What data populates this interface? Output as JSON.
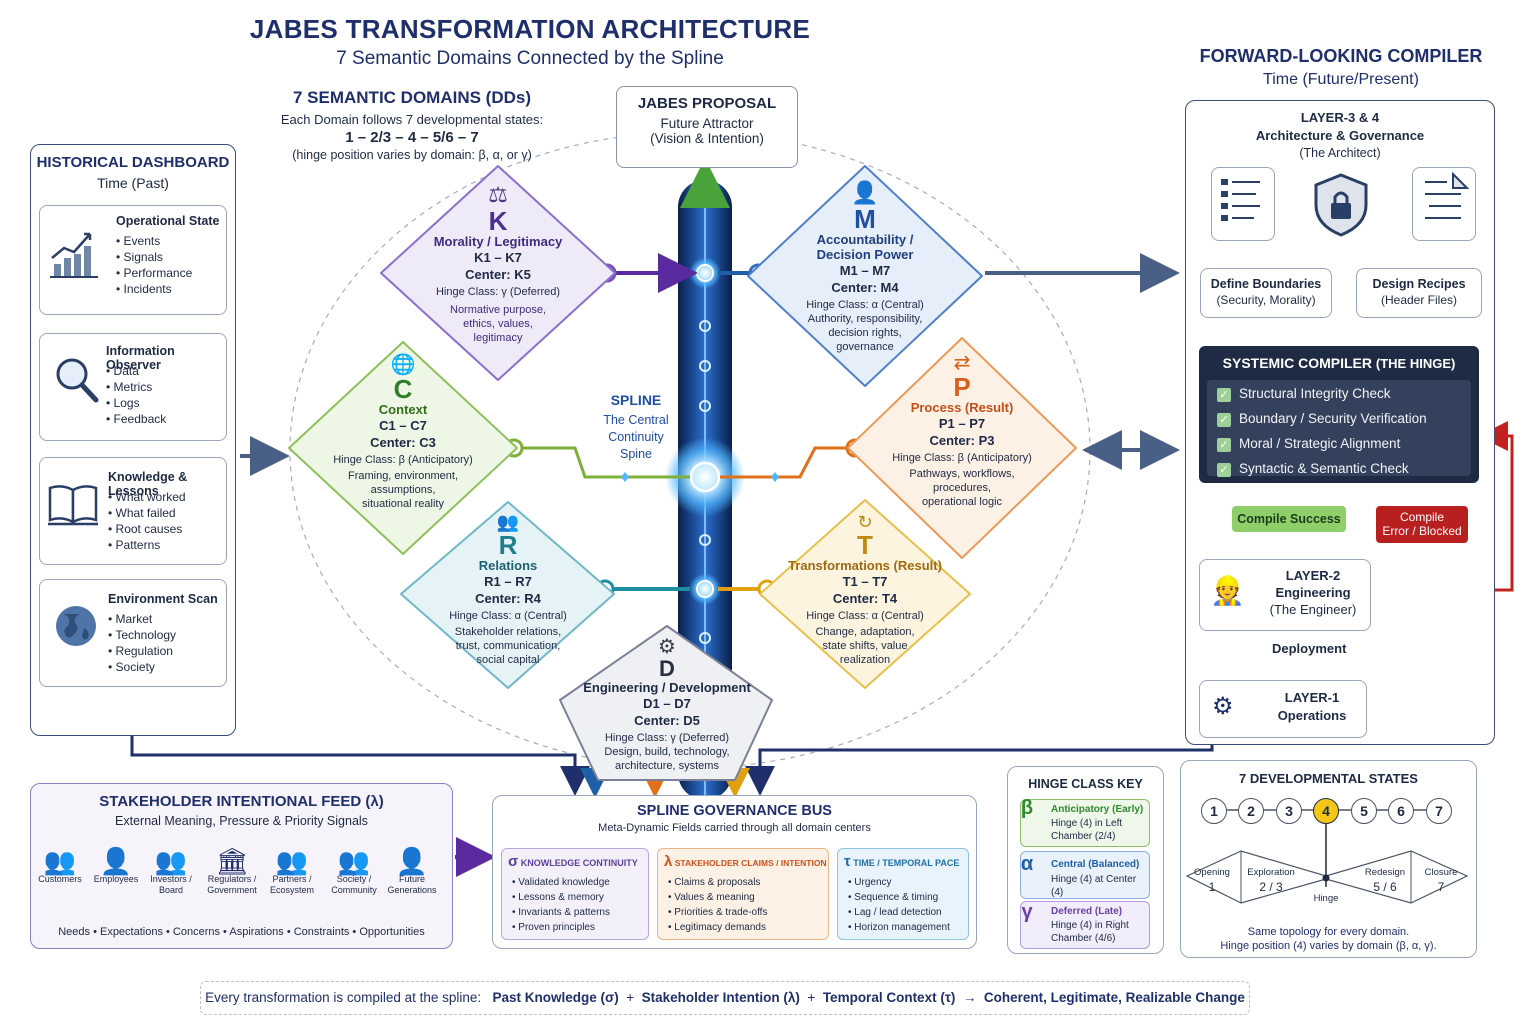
{
  "header": {
    "title": "JABES TRANSFORMATION ARCHITECTURE",
    "subtitle": "7 Semantic Domains Connected by the Spline"
  },
  "domains_intro": {
    "heading": "7 SEMANTIC DOMAINS (DDs)",
    "line1": "Each Domain follows 7 developmental states:",
    "line2": "1 – 2/3 – 4 – 5/6 – 7",
    "line3": "(hinge position varies by domain: β, α, or γ)"
  },
  "proposal": {
    "title": "JABES PROPOSAL",
    "line1": "Future Attractor",
    "line2": "(Vision & Intention)"
  },
  "spline": {
    "title": "SPLINE",
    "line1": "The Central",
    "line2": "Continuity",
    "line3": "Spine"
  },
  "historical": {
    "title": "HISTORICAL DASHBOARD",
    "subtitle": "Time (Past)",
    "cards": [
      {
        "title": "Operational State",
        "icon": "bar-chart-icon",
        "items": [
          "Events",
          "Signals",
          "Performance",
          "Incidents"
        ]
      },
      {
        "title": "Information Observer",
        "icon": "magnifier-icon",
        "items": [
          "Data",
          "Metrics",
          "Logs",
          "Feedback"
        ]
      },
      {
        "title": "Knowledge & Lessons",
        "icon": "book-icon",
        "items": [
          "What worked",
          "What failed",
          "Root causes",
          "Patterns"
        ]
      },
      {
        "title": "Environment Scan",
        "icon": "globe-icon",
        "items": [
          "Market",
          "Technology",
          "Regulation",
          "Society"
        ]
      }
    ]
  },
  "domains": {
    "k": {
      "letter": "K",
      "name": "Morality / Legitimacy",
      "range": "K1 – K7",
      "center": "Center:  K5",
      "hinge": "Hinge Class: γ (Deferred)",
      "desc1": "Normative purpose,",
      "desc2": "ethics, values,",
      "desc3": "legitimacy",
      "icon": "scales-icon",
      "color": "#6a4fb0"
    },
    "m": {
      "letter": "M",
      "name1": "Accountability /",
      "name2": "Decision Power",
      "range": "M1 – M7",
      "center": "Center:  M4",
      "hinge": "Hinge Class: α (Central)",
      "desc1": "Authority, responsibility,",
      "desc2": "decision rights,",
      "desc3": "governance",
      "icon": "person-icon",
      "color": "#1f4fa0"
    },
    "c": {
      "letter": "C",
      "name": "Context",
      "range": "C1 – C7",
      "center": "Center:  C3",
      "hinge": "Hinge Class: β (Anticipatory)",
      "desc1": "Framing, environment,",
      "desc2": "assumptions,",
      "desc3": "situational reality",
      "icon": "globe-icon",
      "color": "#3f8f2a"
    },
    "p": {
      "letter": "P",
      "name": "Process (Result)",
      "range": "P1 – P7",
      "center": "Center:  P3",
      "hinge": "Hinge Class: β (Anticipatory)",
      "desc1": "Pathways, workflows,",
      "desc2": "procedures,",
      "desc3": "operational logic",
      "icon": "cycle-icon",
      "color": "#d9601a"
    },
    "r": {
      "letter": "R",
      "name": "Relations",
      "range": "R1 – R7",
      "center": "Center:  R4",
      "hinge": "Hinge Class: α (Central)",
      "desc1": "Stakeholder relations,",
      "desc2": "trust, communication,",
      "desc3": "social capital",
      "icon": "group-icon",
      "color": "#1f8ea0"
    },
    "t": {
      "letter": "T",
      "name": "Transformations (Result)",
      "range": "T1 – T7",
      "center": "Center:  T4",
      "hinge": "Hinge Class: α (Central)",
      "desc1": "Change, adaptation,",
      "desc2": "state shifts, value",
      "desc3": "realization",
      "icon": "refresh-icon",
      "color": "#c08a10"
    },
    "d": {
      "letter": "D",
      "name": "Engineering / Development",
      "range": "D1 – D7",
      "center": "Center:  D5",
      "hinge": "Hinge Class: γ (Deferred)",
      "desc1": "Design, build, technology,",
      "desc2": "architecture, systems",
      "icon": "gear-icon",
      "color": "#3a3f4f"
    }
  },
  "compiler": {
    "title": "FORWARD-LOOKING COMPILER",
    "subtitle": "Time (Future/Present)",
    "layer34_title": "LAYER-3 & 4",
    "layer34_sub": "Architecture & Governance",
    "layer34_role": "(The Architect)",
    "define_boundaries": "Define Boundaries",
    "define_boundaries_sub": "(Security, Morality)",
    "design_recipes": "Design Recipes",
    "design_recipes_sub": "(Header Files)",
    "systemic_title": "SYSTEMIC COMPILER",
    "systemic_hinge": "(THE HINGE)",
    "checks": [
      "Structural Integrity Check",
      "Boundary / Security Verification",
      "Moral / Strategic Alignment",
      "Syntactic & Semantic Check"
    ],
    "compile_success": "Compile Success",
    "compile_error1": "Compile",
    "compile_error2": "Error / Blocked",
    "layer2_title": "LAYER-2",
    "layer2_sub": "Engineering",
    "layer2_role": "(The Engineer)",
    "deployment": "Deployment",
    "layer1_title": "LAYER-1",
    "layer1_sub": "Operations"
  },
  "stakeholder": {
    "title": "STAKEHOLDER INTENTIONAL FEED (λ)",
    "subtitle": "External Meaning, Pressure & Priority Signals",
    "groups": [
      {
        "line1": "Customers",
        "line2": ""
      },
      {
        "line1": "Employees",
        "line2": ""
      },
      {
        "line1": "Investors /",
        "line2": "Board"
      },
      {
        "line1": "Regulators /",
        "line2": "Government"
      },
      {
        "line1": "Partners /",
        "line2": "Ecosystem"
      },
      {
        "line1": "Society /",
        "line2": "Community"
      },
      {
        "line1": "Future",
        "line2": "Generations"
      }
    ],
    "footer": "Needs  •  Expectations  •  Concerns  •  Aspirations  •  Constraints  •  Opportunities"
  },
  "bus": {
    "title": "SPLINE GOVERNANCE BUS",
    "subtitle": "Meta-Dynamic Fields carried through all domain centers",
    "columns": [
      {
        "symbol": "σ",
        "title": "KNOWLEDGE CONTINUITY",
        "items": [
          "Validated knowledge",
          "Lessons & memory",
          "Invariants & patterns",
          "Proven principles"
        ],
        "color": "#6a4fb0"
      },
      {
        "symbol": "λ",
        "title": "STAKEHOLDER CLAIMS / INTENTION",
        "items": [
          "Claims & proposals",
          "Values & meaning",
          "Priorities & trade-offs",
          "Legitimacy demands"
        ],
        "color": "#d9601a"
      },
      {
        "symbol": "τ",
        "title": "TIME / TEMPORAL PACE",
        "items": [
          "Urgency",
          "Sequence & timing",
          "Lag / lead detection",
          "Horizon management"
        ],
        "color": "#1f7fb0"
      }
    ]
  },
  "hinge_key": {
    "title": "HINGE CLASS KEY",
    "items": [
      {
        "symbol": "β",
        "label": "Anticipatory (Early)",
        "line1": "Hinge (4) in Left",
        "line2": "Chamber (2/4)",
        "color": "#2e8a2e"
      },
      {
        "symbol": "α",
        "label": "Central (Balanced)",
        "line1": "Hinge (4) at Center (4)",
        "line2": "",
        "color": "#1f5fa8"
      },
      {
        "symbol": "γ",
        "label": "Deferred (Late)",
        "line1": "Hinge (4) in Right",
        "line2": "Chamber (4/6)",
        "color": "#6a3fa8"
      }
    ]
  },
  "states": {
    "title": "7 DEVELOPMENTAL STATES",
    "numbers": [
      "1",
      "2",
      "3",
      "4",
      "5",
      "6",
      "7"
    ],
    "opening": "Opening",
    "opening_n": "1",
    "exploration": "Exploration",
    "exploration_n": "2 / 3",
    "hinge": "Hinge",
    "redesign": "Redesign",
    "redesign_n": "5 / 6",
    "closure": "Closure",
    "closure_n": "7",
    "note1": "Same topology for every domain.",
    "note2": "Hinge position (4) varies by domain  (β, α, γ)."
  },
  "footer": {
    "prefix": "Every transformation is compiled at the spline:",
    "k": "Past Knowledge (σ)",
    "s": "Stakeholder Intention (λ)",
    "t": "Temporal Context (τ)",
    "result": "Coherent, Legitimate, Realizable Change",
    "plus": "+",
    "arrow": "→"
  }
}
